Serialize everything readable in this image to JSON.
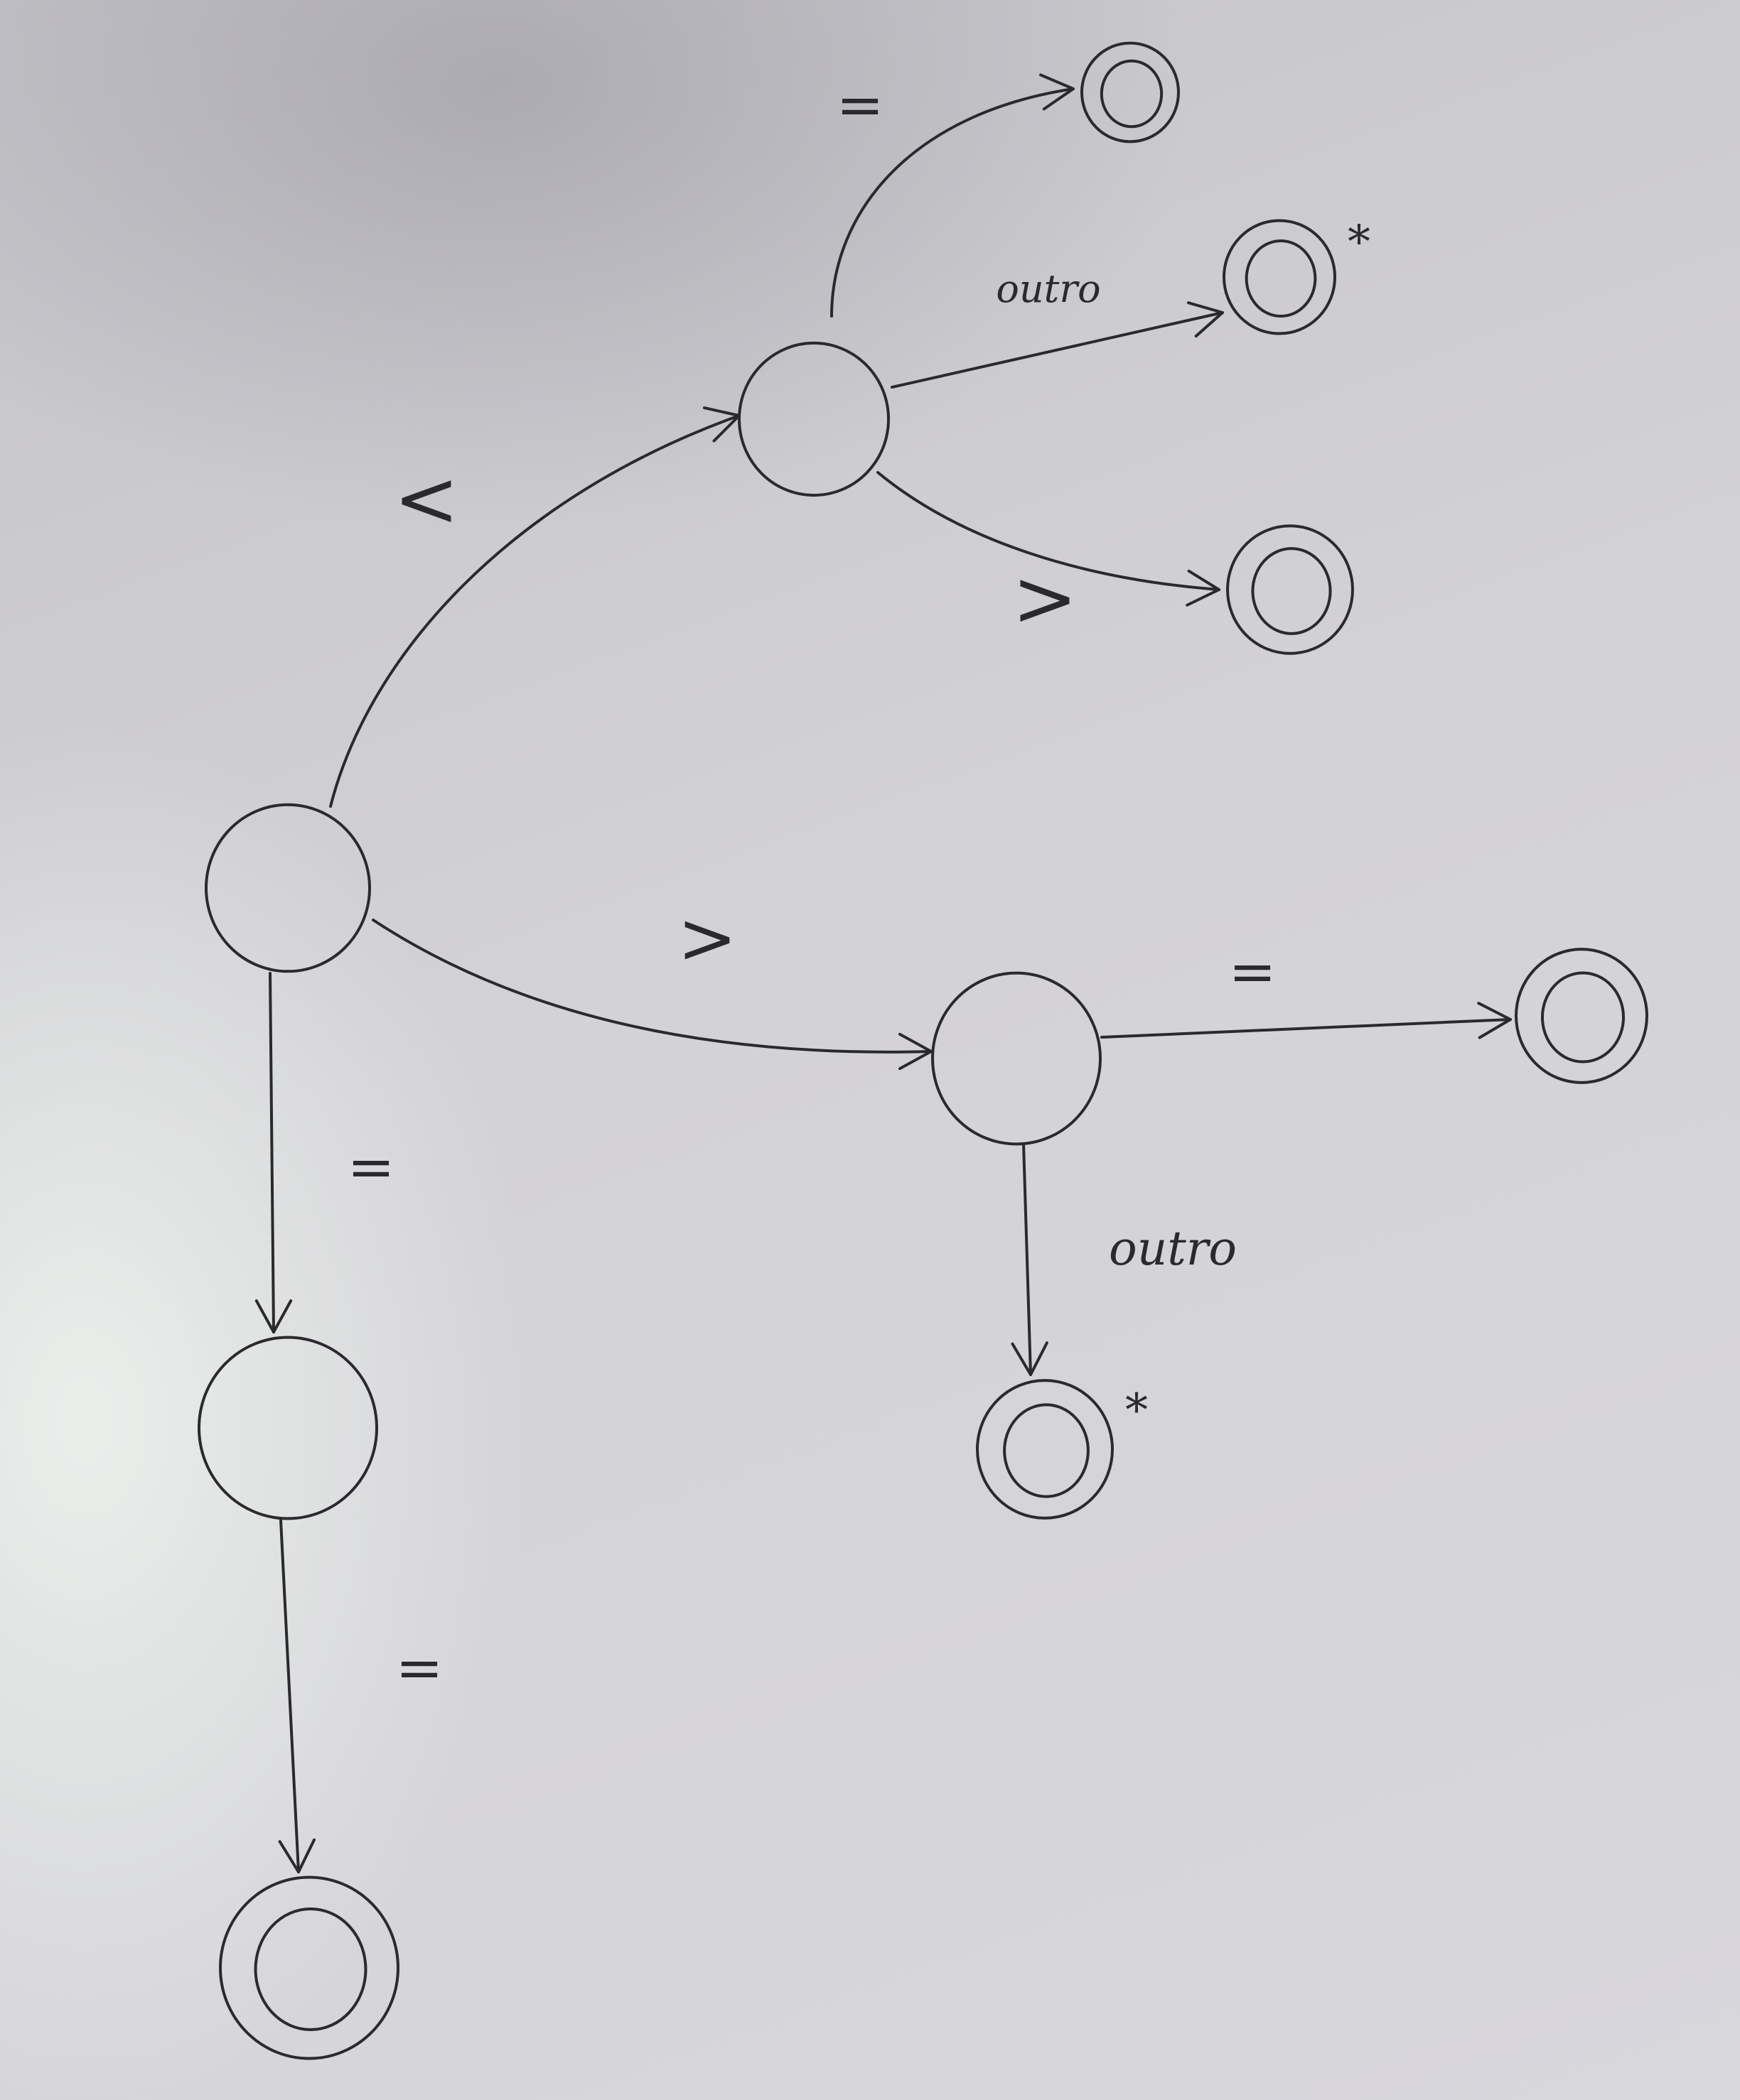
{
  "diagram": {
    "type": "state-transition-diagram",
    "states": [
      {
        "id": "q0",
        "accepting": false
      },
      {
        "id": "q1",
        "accepting": false
      },
      {
        "id": "q2",
        "accepting": true
      },
      {
        "id": "q3",
        "accepting": true,
        "marker": "*"
      },
      {
        "id": "q4",
        "accepting": true
      },
      {
        "id": "q5",
        "accepting": false
      },
      {
        "id": "q6",
        "accepting": true
      },
      {
        "id": "q7",
        "accepting": true,
        "marker": "*"
      },
      {
        "id": "q8",
        "accepting": false
      },
      {
        "id": "q9",
        "accepting": true
      }
    ],
    "transitions": [
      {
        "from": "q0",
        "to": "q1",
        "label": "<"
      },
      {
        "from": "q1",
        "to": "q2",
        "label": "="
      },
      {
        "from": "q1",
        "to": "q3",
        "label": "outro"
      },
      {
        "from": "q1",
        "to": "q4",
        "label": ">"
      },
      {
        "from": "q0",
        "to": "q5",
        "label": ">"
      },
      {
        "from": "q5",
        "to": "q6",
        "label": "="
      },
      {
        "from": "q5",
        "to": "q7",
        "label": "outro"
      },
      {
        "from": "q0",
        "to": "q8",
        "label": "="
      },
      {
        "from": "q8",
        "to": "q9",
        "label": "="
      }
    ]
  }
}
